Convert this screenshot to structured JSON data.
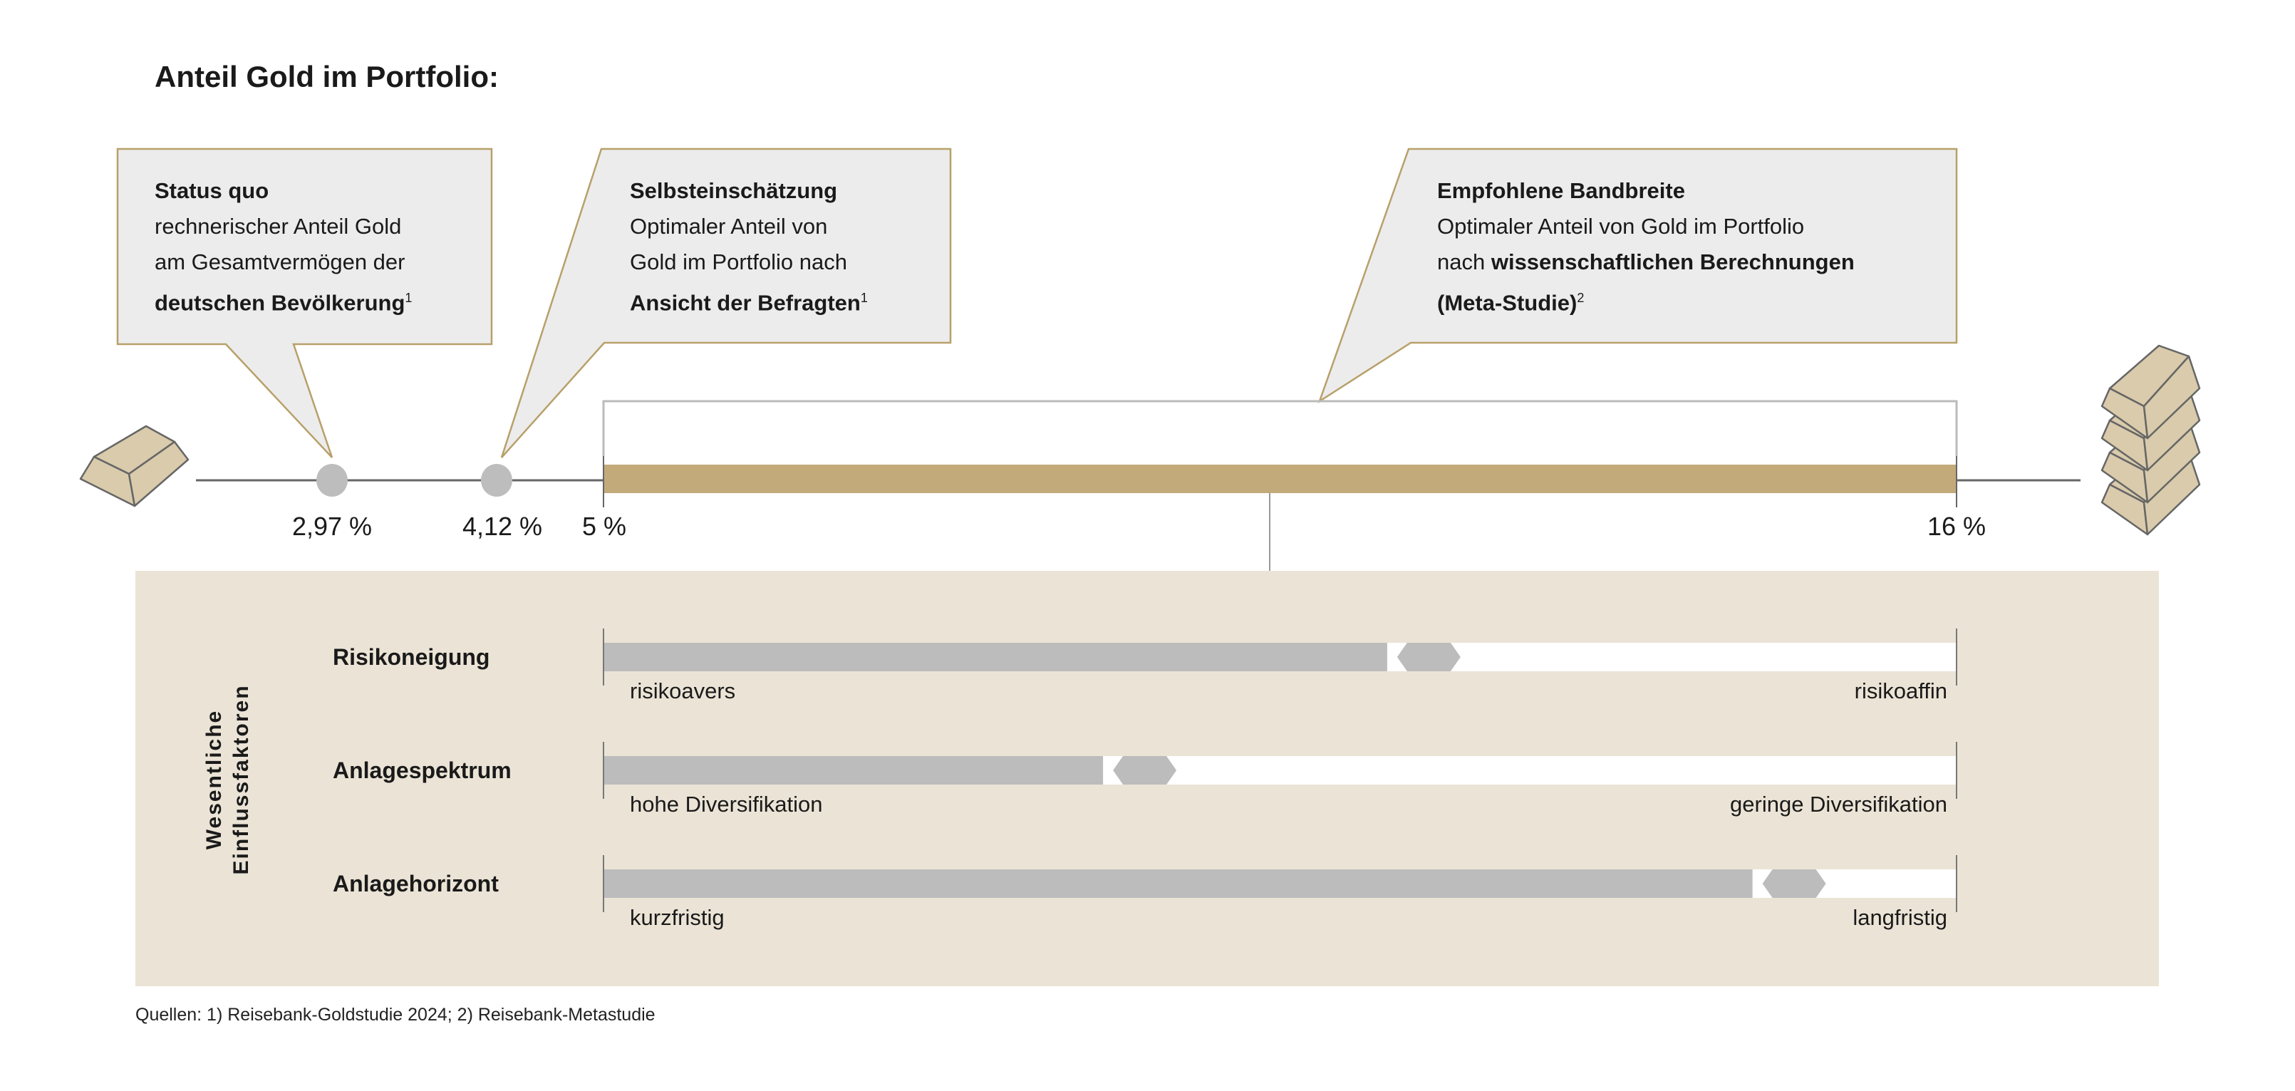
{
  "title": "Anteil Gold im Portfolio:",
  "callouts": [
    {
      "heading": "Status quo",
      "line1": "rechnerischer Anteil Gold",
      "line2": "am Gesamtvermögen der",
      "line3_bold": "deutschen Bevölkerung",
      "footnote": "1"
    },
    {
      "heading": "Selbsteinschätzung",
      "line1": "Optimaler Anteil von",
      "line2": "Gold im Portfolio nach",
      "line3_bold": "Ansicht der Befragten",
      "footnote": "1"
    },
    {
      "heading": "Empfohlene Bandbreite",
      "line1": "Optimaler Anteil von Gold im Portfolio",
      "line2_pre": "nach ",
      "line2_bold": "wissenschaftlichen Berechnungen",
      "line3_bold": "(Meta-Studie)",
      "footnote": "2"
    }
  ],
  "scale": {
    "status_quo": "2,97 %",
    "self_assessment": "4,12 %",
    "range_min": "5 %",
    "range_max": "16 %"
  },
  "factors_title": {
    "line1": "Wesentliche",
    "line2": "Einflussfaktoren"
  },
  "factors": [
    {
      "label": "Risikoneigung",
      "left": "risikoavers",
      "right": "risikoaffin",
      "position": 0.61
    },
    {
      "label": "Anlagespektrum",
      "left": "hohe Diversifikation",
      "right": "geringe Diversifikation",
      "position": 0.4
    },
    {
      "label": "Anlagehorizont",
      "left": "kurzfristig",
      "right": "langfristig",
      "position": 0.88
    }
  ],
  "footnote": "Quellen: 1) Reisebank-Goldstudie 2024; 2) Reisebank-Metastudie",
  "colors": {
    "gold": "#c2aa7b",
    "panel": "#ebe4d6",
    "callout": "#ececec",
    "bar_gray": "#bcbcbc"
  }
}
